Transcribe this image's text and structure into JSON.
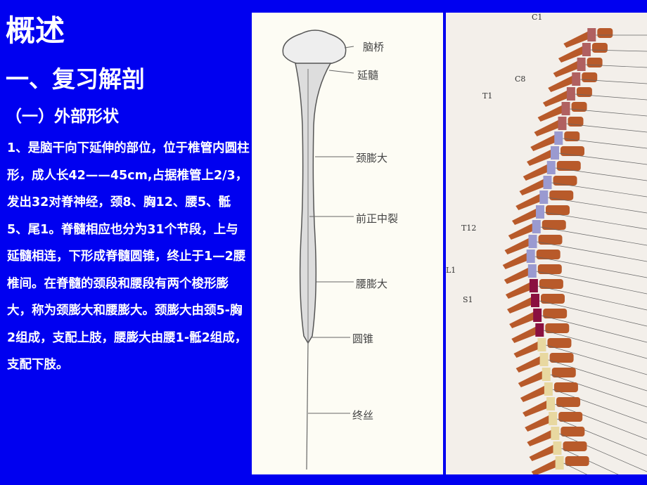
{
  "slide": {
    "title": "概述",
    "heading": "一、复习解剖",
    "subheading": "（一）外部形状",
    "body": "1、是脑干向下延伸的部位，位于椎管内圆柱形，成人长42——45cm,占据椎管上2/3，发出32对脊神经，颈8、胸12、腰5、骶5、尾1。脊髓相应也分为31个节段，上与延髓相连，下形成脊髓圆锥，终止于1—2腰椎间。在脊髓的颈段和腰段有两个梭形膨大，称为颈膨大和腰膨大。颈膨大由颈5-胸2组成，支配上肢，腰膨大由腰1-骶2组成，支配下肢。"
  },
  "figure_cord": {
    "labels": [
      "脑桥",
      "延髓",
      "颈膨大",
      "前正中裂",
      "腰膨大",
      "圆锥",
      "终丝"
    ]
  },
  "figure_spine": {
    "labels": [
      "C1",
      "C8",
      "T1",
      "T12",
      "L1",
      "S1"
    ]
  },
  "colors": {
    "background": "#0000f0",
    "text": "#ffffff",
    "vertebra": "#b85a2a",
    "cord_thoracic": "#9a9ad0",
    "cord_lumbar": "#8a1040"
  }
}
